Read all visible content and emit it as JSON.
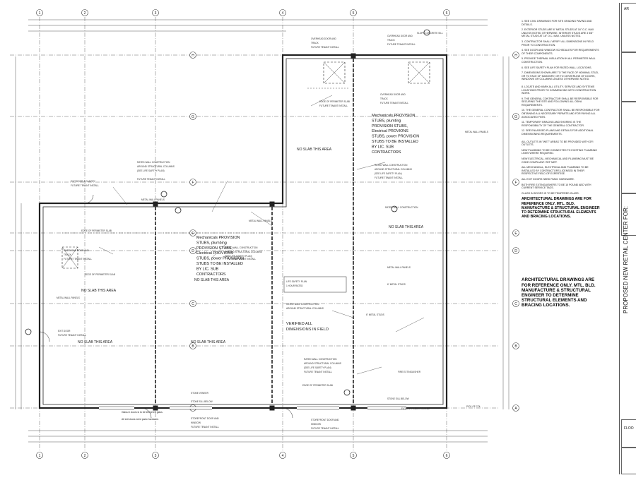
{
  "plan": {
    "grid_columns": [
      "1",
      "2",
      "3",
      "4",
      "5",
      "6"
    ],
    "grid_rows": [
      "H",
      "G",
      "F",
      "E",
      "D",
      "C",
      "B",
      "A"
    ],
    "labels": {
      "no_slab": "NO SLAB THIS AREA",
      "no_slab_2": "NO SLAB  THIS AREA",
      "future_tenant": "FUTURE TENANT INSTALL",
      "overhead_door": "OVERHEAD DOOR AND",
      "track": "TRACK",
      "exit_door_canopy": "EXIT DOOR & CANOPY",
      "exit_door": "EXIT DOOR",
      "verified_1": "VERIFIED ALL",
      "verified_2": "DIMENSIONS IN FIELD",
      "metal_wall_panels": "METAL WALL PANELS",
      "storefront": "STOREFRONT DOOR AND",
      "window": "WINDOW",
      "edge_slab": "EDGE OF PERIMETER SLAB",
      "rated_wall_1": "RATED WALL CONSTRUCTION",
      "rated_wall_2": "AROUND STRUCTURAL COLUMNS",
      "rated_wall_3": "(SEE LIFE SAFETY PLAN)",
      "fire_ext": "FIRE EXTINGUISHER",
      "slope_concrete": "SLOPE CONCRETE SILL",
      "metal_studs": "6\" METAL STUDS",
      "glass_note_1": "Glass in doors is to be tempered glass.",
      "glass_note_2": "All exit doors need panic hardware.",
      "life_safety": "LIFE SAFETY PLAN",
      "hour_rated": "1 HOUR RATED",
      "stone_veneer": "STONE VENEER",
      "stone_sill": "STONE SILL BELOW",
      "pick_col": "PICK OF COL."
    },
    "mech_left": [
      "Mechanicals PROVISION",
      "STUBS, plumbing",
      "PROVISION STUBS,",
      "Electrical PROVIONS",
      "STUBS, power PROVISION",
      "STUBS TO BE INSTALLED",
      "BY LIC. SUB",
      "CONTRACTORS"
    ],
    "mech_right": [
      "Mechanicals PROVISION",
      "STUBS, plumting",
      "PROVISION STUBS,",
      "Electrical PROVIONS",
      "STUBS, power PROVISION",
      "STUBS TO BE INSTALLED",
      "BY LIC. SUB",
      "CONTRACTORS"
    ]
  },
  "notes": {
    "general": [
      "1. SEE CIVIL DRAWINGS FOR SITE GRADING PAVING AND DETAILS.",
      "2. EXTERIOR STUDS ARE 6\" METAL STUDS AT 16\" O.C. MAX UNLESS NOTED OTHERWISE. INTERIOR STUDS ARE 3 5/8\" METAL STUDS AT 16\" O.C. MAX. UNLESS NOTED.",
      "3. CONTRACTOR SHALL VERIFY ALL DIMENSIONS IN FIELD PRIOR TO CONSTRUCTION.",
      "4. SEE DOOR AND WINDOW SCHEDULES FOR REQUIREMENTS OF THEIR COMPONENTS.",
      "5. PROVIDE THERMAL INSULATION IN ALL PERIMETER WALL CONSTRUCTION.",
      "6. SEE LIFE SAFETY PLAN FOR RATED WALL LOCATIONS.",
      "7. DIMENSIONS SHOWN ARE TO THE FACE OF NOMINAL STUD, OR TO FACE OF MASONRY, OR TO CENTERLINE OF DOORS, WINDOWS OR COLUMNS UNLESS OTHERWISE NOTED."
    ],
    "second": [
      "8. LOCATE AND MARK ALL UTILITY, SERVICE AND SYSTEMS LOCATIONS PRIOR TO COMMENCING WITH CONSTRUCTION WORK.",
      "9. THE GENERAL CONTRACTOR SHALL BE RESPONSIBLE FOR SECURING THE SITE AND FOLLOWING ALL OSHA REQUIREMENTS.",
      "10. THE GENERAL CONTRACTOR SHALL BE RESPONSIBLE FOR OBTAINING ALL NECESSARY PERMITS AND FOR PAYING ALL ASSOCIATED FEES.",
      "11. TEMPORARY BRACING AND SHORING IS THE RESPONSIBILITY OF THE GENERAL CONTRACTOR.",
      "12. SEE ENLARGED PLANS AND DETAILS FOR ADDITIONAL DIMENSIONING REQUIREMENTS."
    ],
    "third": [
      "ALL OUTLETS IN \"WET\" AREAS TO BE PROVIDED WITH GFI OUTLETS.",
      "NEW PLUMBING TO BE CONNECTED TO EXISTING PLUMBING LINES WHERE REQUIRED.",
      "NEW ELECTRICAL, MECHANICAL AND PLUMBING MUST BE CODE COMPLIANT. REF MEP.",
      "ALL MECHANICAL, ELECTRICAL AND PLUMBING TO BE INSTALLED BY CONTRACTORS LICENSED IN THEIR RESPECTIVE FIELD OF EXPERTISE.",
      "ALL EXIT DOORS NEED PANIC HARDWARE.",
      "BOTH FIRE EXTINGUISHERS TO BE 10 POUND ABC WITH CURRENT SERVICE TAGS.",
      "GLASS IN DOORS IS TO BE TEMPERED GLASS."
    ],
    "arch_1": "ARCHITECTURAL DRAWINGS ARE FOR REFERENCE ONLY. MTL. BLD. MANUFACTURE & STRUCTURAL ENGINEER TO DETERMINE STRUCTURAL ELEMENTS AND BRACING LOCATIONS.",
    "arch_2": "ARCHITECTURAL DRAWINGS ARE FOR REFERENCE ONLY. MTL. BLD. MANUFACTURE & STRUCTURAL ENGINEER TO DETERMINE STRUCTURAL ELEMENTS AND BRACING LOCATIONS."
  },
  "title_block": {
    "vertical": "PROPOSED NEW RETAIL CENTER FOR:",
    "top": "AR",
    "floor": "FLOO"
  }
}
